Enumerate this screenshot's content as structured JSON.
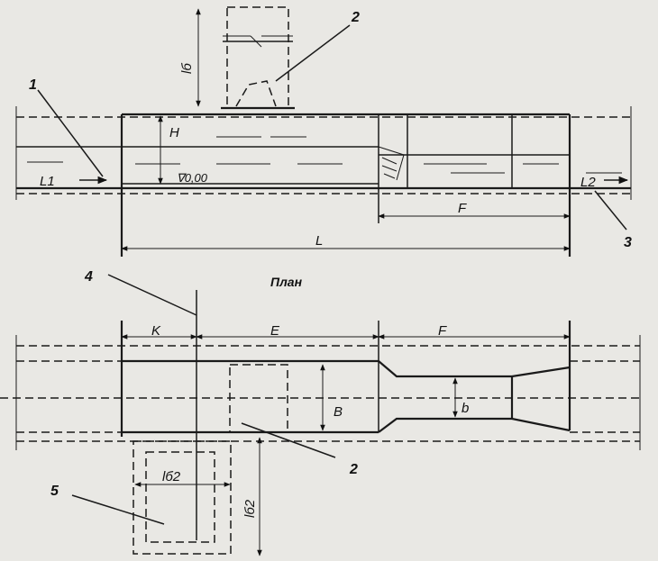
{
  "labels": {
    "callout_1": "1",
    "callout_2_top": "2",
    "callout_3": "3",
    "callout_4": "4",
    "callout_2_bottom": "2",
    "callout_5": "5",
    "h_depth": "H",
    "level": "∇0,00",
    "inflow_arrow": "L1",
    "outflow_arrow": "L2",
    "dim_F_section": "F",
    "dim_L": "L",
    "plan_title": "План",
    "dim_K": "K",
    "dim_E": "E",
    "dim_F_plan": "F",
    "dim_B": "B",
    "dim_b": "b",
    "dim_lb2": "lб2",
    "dim_lb2_vertical": "lб2",
    "dim_lb_top": "lб"
  }
}
